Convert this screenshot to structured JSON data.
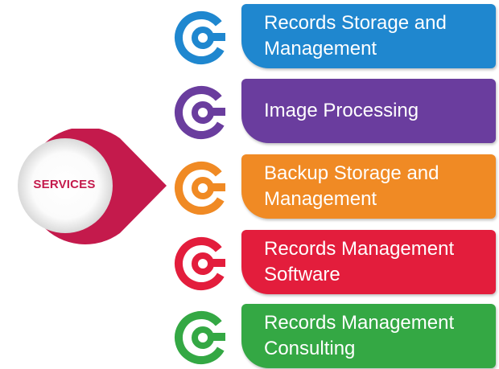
{
  "hub": {
    "label": "SERVICES",
    "color": "#c41a4c"
  },
  "services": [
    {
      "label": "Records Storage and\nManagement",
      "color": "#1f87cf",
      "icon": "at-ring-icon"
    },
    {
      "label": "Image Processing",
      "color": "#6a3d9e",
      "icon": "at-ring-icon"
    },
    {
      "label": "Backup Storage and\nManagement",
      "color": "#f08a24",
      "icon": "at-ring-icon"
    },
    {
      "label": "Records Management\nSoftware",
      "color": "#e31d3c",
      "icon": "at-ring-icon"
    },
    {
      "label": "Records Management\nConsulting",
      "color": "#34a844",
      "icon": "at-ring-icon"
    }
  ]
}
